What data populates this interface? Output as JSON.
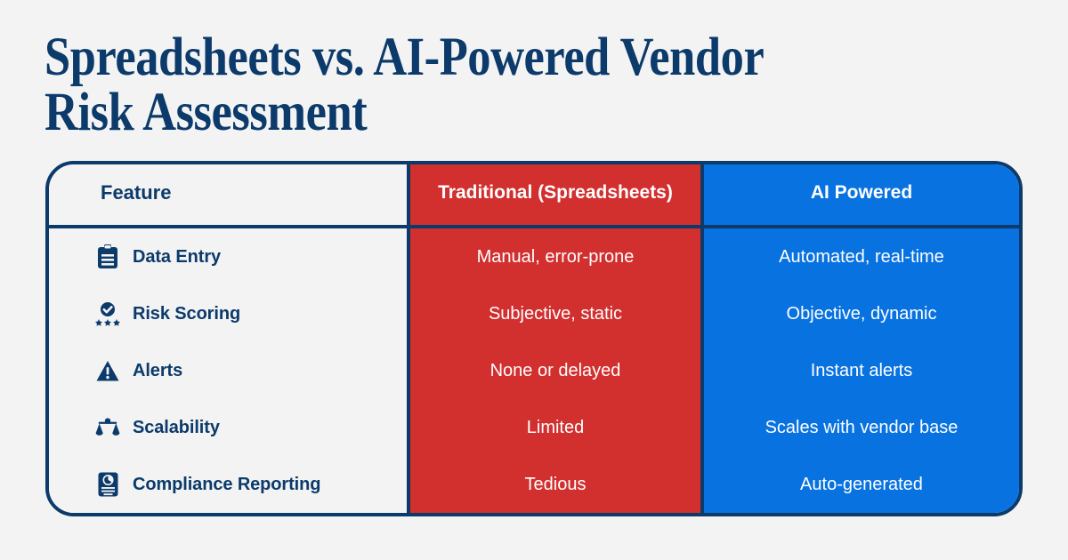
{
  "page": {
    "background_color": "#f3f3f3",
    "navy": "#0b3a6b",
    "red": "#d22f2f",
    "blue": "#0872e0",
    "white": "#ffffff"
  },
  "title": "Spreadsheets vs. AI-Powered Vendor\nRisk Assessment",
  "table": {
    "headers": {
      "feature": "Feature",
      "traditional": "Traditional (Spreadsheets)",
      "ai": "AI Powered"
    },
    "rows": [
      {
        "icon": "clipboard-icon",
        "feature": "Data Entry",
        "traditional": "Manual, error-prone",
        "ai": "Automated, real-time"
      },
      {
        "icon": "rating-badge-icon",
        "feature": "Risk Scoring",
        "traditional": "Subjective, static",
        "ai": "Objective, dynamic"
      },
      {
        "icon": "warning-triangle-icon",
        "feature": "Alerts",
        "traditional": "None or delayed",
        "ai": "Instant alerts"
      },
      {
        "icon": "balance-scale-icon",
        "feature": "Scalability",
        "traditional": "Limited",
        "ai": "Scales with vendor base"
      },
      {
        "icon": "report-document-icon",
        "feature": "Compliance Reporting",
        "traditional": "Tedious",
        "ai": "Auto-generated"
      }
    ]
  }
}
